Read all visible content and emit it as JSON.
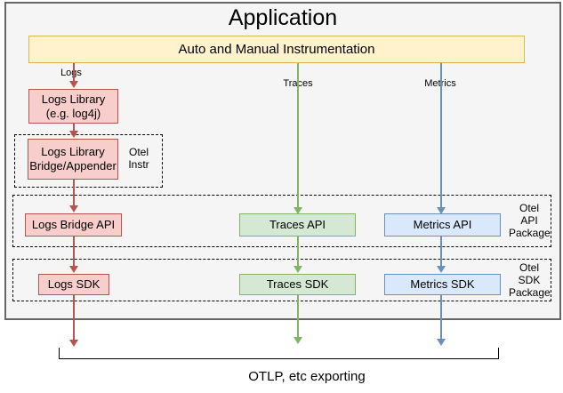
{
  "app": {
    "title": "Application",
    "instrumentation_label": "Auto and Manual Instrumentation"
  },
  "signal_labels": {
    "logs": "Logs",
    "traces": "Traces",
    "metrics": "Metrics"
  },
  "nodes": {
    "logs_library": "Logs Library\n(e.g. log4j)",
    "logs_library_bridge": "Logs Library\nBridge/Appender",
    "logs_bridge_api": "Logs Bridge API",
    "traces_api": "Traces API",
    "metrics_api": "Metrics API",
    "logs_sdk": "Logs SDK",
    "traces_sdk": "Traces SDK",
    "metrics_sdk": "Metrics SDK"
  },
  "groups": {
    "otel_instr": "Otel\nInstr",
    "otel_api_package": "Otel\nAPI\nPackage",
    "otel_sdk_package": "Otel\nSDK\nPackage"
  },
  "footer": {
    "exporting_label": "OTLP, etc exporting"
  },
  "colors": {
    "logs_fill": "#f8cecc",
    "logs_stroke": "#b85450",
    "traces_fill": "#d5e8d4",
    "traces_stroke": "#82b366",
    "metrics_fill": "#dae8fc",
    "metrics_stroke": "#6c8ebf",
    "instrumentation_fill": "#fff2cc",
    "instrumentation_stroke": "#d6b656",
    "app_fill": "#f5f5f5",
    "app_stroke": "#666666"
  }
}
